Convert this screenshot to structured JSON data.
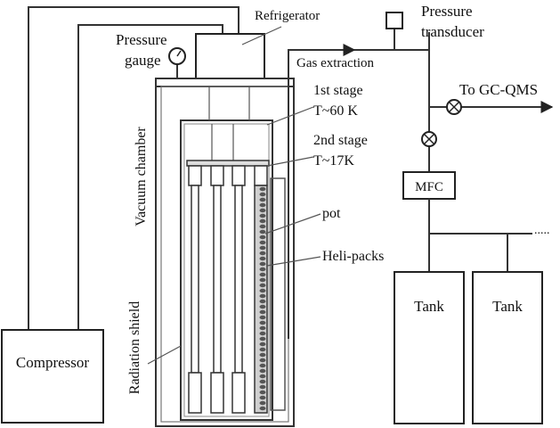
{
  "labels": {
    "refrigerator": "Refrigerator",
    "pressure_gauge_line1": "Pressure",
    "pressure_gauge_line2": "gauge",
    "pressure_transducer_line1": "Pressure",
    "pressure_transducer_line2": "transducer",
    "gas_extraction": "Gas extraction",
    "to_gc_qms": "To GC-QMS",
    "first_stage_line1": "1st stage",
    "first_stage_line2": "T~60 K",
    "second_stage_line1": "2nd stage",
    "second_stage_line2": "T~17K",
    "pot": "pot",
    "heli_packs": "Heli-packs",
    "vacuum_chamber": "Vacuum chamber",
    "radiation_shield": "Radiation shield",
    "compressor": "Compressor",
    "mfc": "MFC",
    "tank_1": "Tank",
    "tank_2": "Tank",
    "ellipsis": "....."
  }
}
